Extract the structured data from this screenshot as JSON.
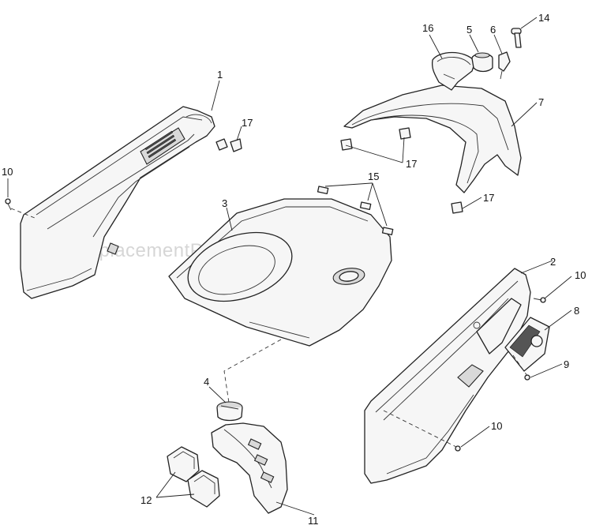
{
  "watermark": "eReplacementParts.com",
  "callouts": {
    "c1": "1",
    "c2": "2",
    "c3": "3",
    "c4": "4",
    "c5": "5",
    "c6": "6",
    "c7": "7",
    "c8": "8",
    "c9": "9",
    "c10a": "10",
    "c10b": "10",
    "c10c": "10",
    "c11": "11",
    "c12": "12",
    "c14": "14",
    "c15": "15",
    "c16": "16",
    "c17a": "17",
    "c17b": "17",
    "c17c": "17"
  }
}
